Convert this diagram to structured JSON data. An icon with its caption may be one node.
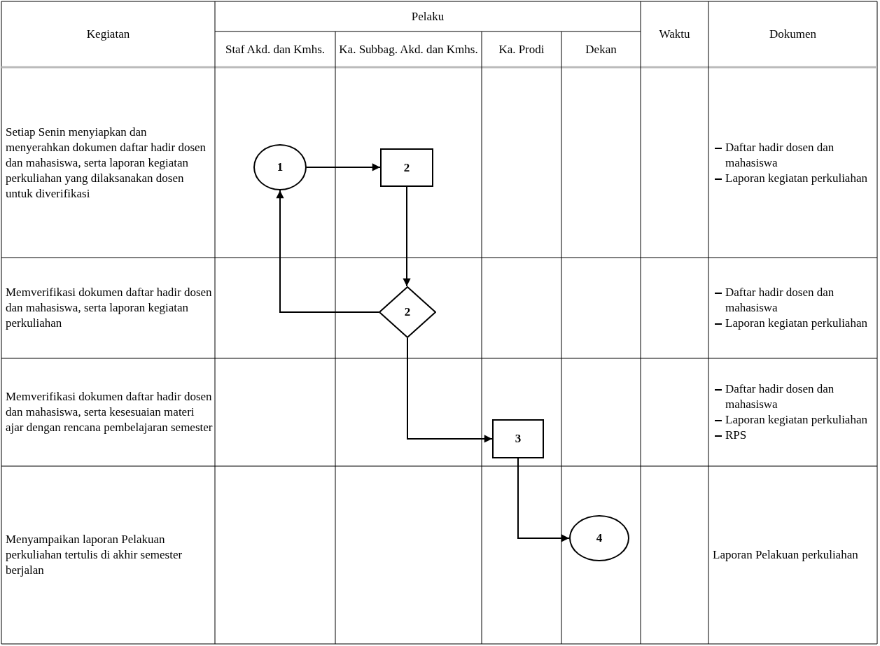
{
  "diagram": {
    "nodes": [
      {
        "text": [
          "1"
        ]
      },
      {
        "text": [
          "2"
        ]
      },
      {
        "text": [
          "2"
        ]
      },
      {
        "text": [
          "3"
        ]
      },
      {
        "text": [
          "4"
        ]
      }
    ],
    "edges": [
      {
        "from": 0,
        "to": 1,
        "arrow": "to"
      },
      {
        "from": 1,
        "to": 2,
        "arrow": "to"
      },
      {
        "from": 2,
        "to": 0,
        "arrow": "to"
      },
      {
        "from": 2,
        "to": 3,
        "arrow": "to"
      },
      {
        "from": 3,
        "to": 4,
        "arrow": "to"
      }
    ],
    "labels": [
      "Kegiatan",
      "Pelaku",
      "Waktu",
      "Dokumen",
      "Staf Akd. dan Kmhs.",
      "Ka. Subbag. Akd. dan Kmhs.",
      "Ka. Prodi",
      "Dekan",
      "Setiap Senin menyiapkan dan menyerahkan dokumen daftar hadir dosen dan mahasiswa, serta laporan kegiatan perkuliahan yang dilaksanakan dosen untuk diverifikasi",
      "Daftar hadir dosen dan mahasiswa",
      "Laporan kegiatan perkuliahan",
      "Memverifikasi dokumen daftar hadir dosen dan mahasiswa, serta laporan kegiatan perkuliahan",
      "Daftar hadir dosen dan mahasiswa",
      "Laporan kegiatan perkuliahan",
      "Memverifikasi dokumen daftar hadir dosen dan mahasiswa, serta kesesuaian materi ajar dengan rencana pembelajaran semester",
      "Daftar hadir dosen dan mahasiswa",
      "Laporan kegiatan perkuliahan",
      "RPS",
      "Menyampaikan laporan Pelakuan perkuliahan tertulis di akhir semester berjalan",
      "Laporan Pelakuan perkuliahan"
    ]
  }
}
